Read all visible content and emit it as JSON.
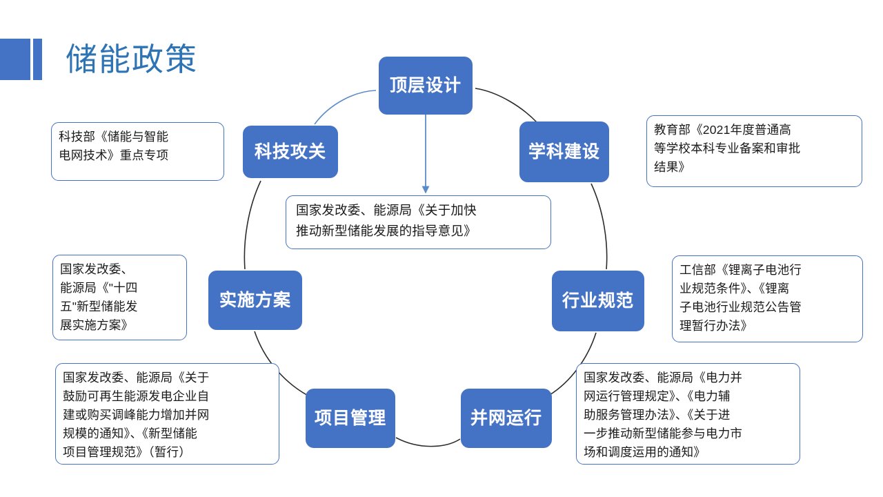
{
  "header": {
    "title": "储能政策",
    "logo_color": "#4472C4",
    "title_color": "#2E74B5"
  },
  "theme": {
    "node_fill": "#4472C4",
    "node_text": "#FFFFFF",
    "callout_border": "#4472C4",
    "callout_fill": "#FFFFFF",
    "ring_stroke": "#333333",
    "arrow_stroke": "#5B8BC9"
  },
  "diagram": {
    "type": "cycle-diagram",
    "nodes": [
      {
        "id": "top",
        "label": "顶层设计",
        "position": "top"
      },
      {
        "id": "discipline",
        "label": "学科建设",
        "position": "top-right"
      },
      {
        "id": "tech",
        "label": "科技攻关",
        "position": "top-left"
      },
      {
        "id": "industry",
        "label": "行业规范",
        "position": "right"
      },
      {
        "id": "plan",
        "label": "实施方案",
        "position": "left"
      },
      {
        "id": "grid",
        "label": "并网运行",
        "position": "bottom-right"
      },
      {
        "id": "project",
        "label": "项目管理",
        "position": "bottom-left"
      }
    ],
    "callouts": {
      "tech": {
        "for": "科技攻关",
        "lines": [
          "科技部《储能与智能",
          "电网技术》重点专项"
        ]
      },
      "discipline": {
        "for": "学科建设",
        "lines": [
          "教育部《2021年度普通高",
          "等学校本科专业备案和审批",
          "结果》"
        ]
      },
      "center": {
        "for": "顶层设计",
        "lines": [
          "国家发改委、能源局《关于加快",
          "推动新型储能发展的指导意见》"
        ]
      },
      "plan": {
        "for": "实施方案",
        "lines": [
          "国家发改委、",
          "能源局《\"十四",
          "五\"新型储能发",
          "展实施方案》"
        ]
      },
      "industry": {
        "for": "行业规范",
        "lines": [
          "工信部《锂离子电池行",
          "业规范条件》、《锂离",
          "子电池行业规范公告管",
          "理暂行办法》"
        ]
      },
      "project": {
        "for": "项目管理",
        "lines": [
          "国家发改委、能源局《关于",
          "鼓励可再生能源发电企业自",
          "建或购买调峰能力增加并网",
          "规模的通知》、《新型储能",
          "项目管理规范》（暂行）"
        ]
      },
      "grid": {
        "for": "并网运行",
        "lines": [
          "国家发改委、能源局《电力并",
          "网运行管理规定》、《电力辅",
          "助服务管理办法》、《关于进",
          "一步推动新型储能参与电力市",
          "场和调度运用的通知》"
        ]
      }
    }
  }
}
